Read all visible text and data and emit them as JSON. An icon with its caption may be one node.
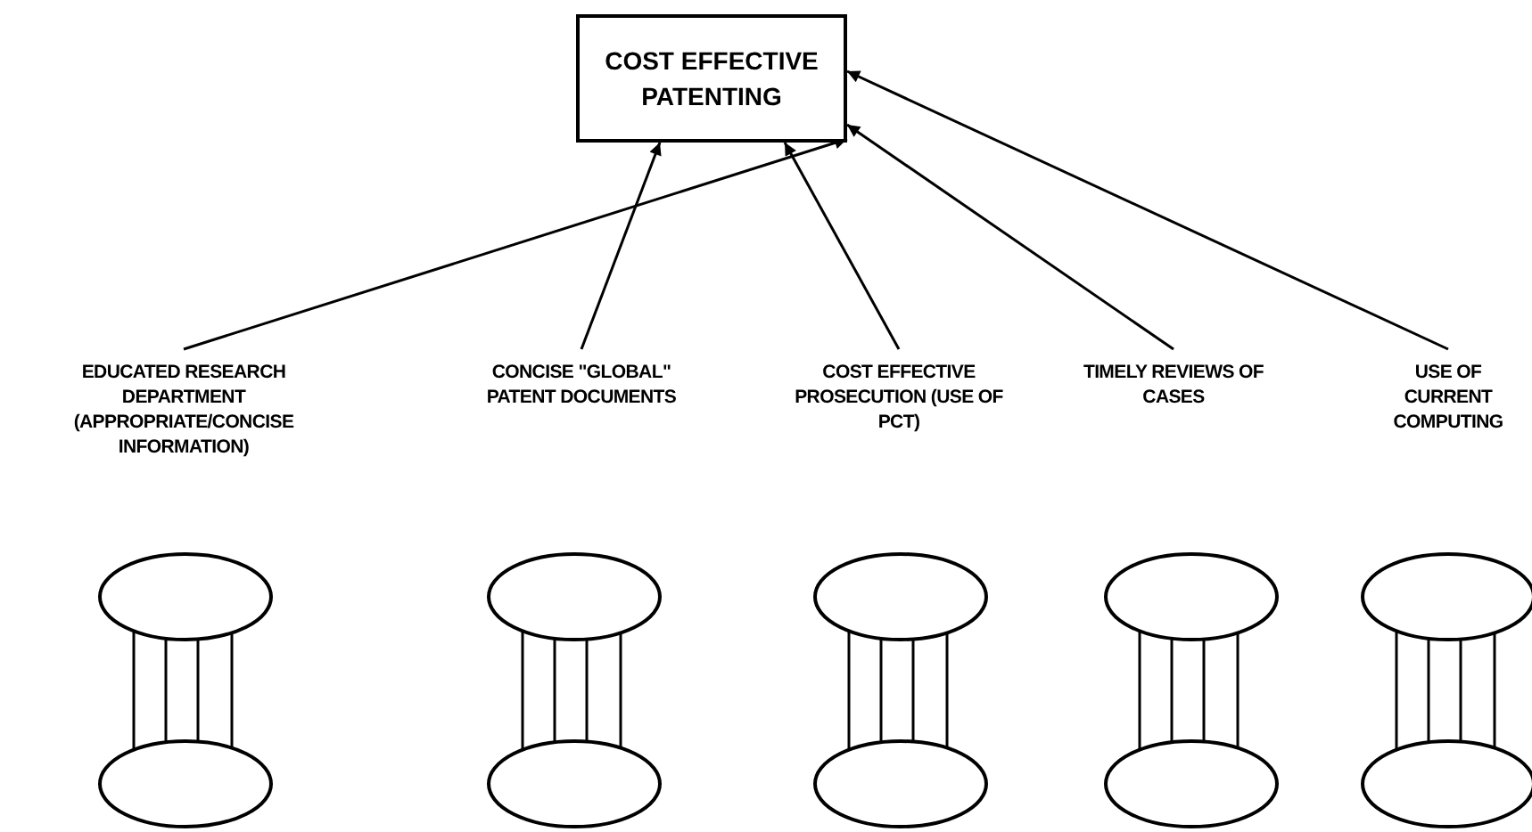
{
  "diagram": {
    "nodes": [
      {
        "text": [
          "COST EFFECTIVE PATENTING"
        ]
      },
      {
        "text": [
          "EDUCATED RESEARCH DEPARTMENT (APPROPRIATE/CONCISE INFORMATION)"
        ]
      },
      {
        "text": [
          "CONCISE \"GLOBAL\" PATENT DOCUMENTS"
        ]
      },
      {
        "text": [
          "COST EFFECTIVE PROSECUTION (USE OF PCT)"
        ]
      },
      {
        "text": [
          "TIMELY REVIEWS OF CASES"
        ]
      },
      {
        "text": [
          "USE OF CURRENT COMPUTING"
        ]
      },
      {
        "text": [],
        "shape": "circle"
      },
      {
        "text": [],
        "shape": "circle"
      },
      {
        "text": [],
        "shape": "circle"
      },
      {
        "text": [],
        "shape": "circle"
      },
      {
        "text": [],
        "shape": "circle"
      },
      {
        "text": [],
        "shape": "circle"
      },
      {
        "text": [],
        "shape": "circle"
      },
      {
        "text": [],
        "shape": "circle"
      },
      {
        "text": [],
        "shape": "circle"
      },
      {
        "text": [],
        "shape": "circle"
      }
    ],
    "edges": [
      {
        "from": 1,
        "to": 0,
        "arrow": "to"
      },
      {
        "from": 2,
        "to": 0,
        "arrow": "to"
      },
      {
        "from": 3,
        "to": 0,
        "arrow": "to"
      },
      {
        "from": 4,
        "to": 0,
        "arrow": "to"
      },
      {
        "from": 5,
        "to": 0,
        "arrow": "to"
      },
      {
        "from": 6,
        "to": 11,
        "arrow": "none"
      },
      {
        "from": 6,
        "to": 11,
        "arrow": "none"
      },
      {
        "from": 6,
        "to": 11,
        "arrow": "none"
      },
      {
        "from": 6,
        "to": 11,
        "arrow": "none"
      },
      {
        "from": 7,
        "to": 12,
        "arrow": "none"
      },
      {
        "from": 7,
        "to": 12,
        "arrow": "none"
      },
      {
        "from": 7,
        "to": 12,
        "arrow": "none"
      },
      {
        "from": 7,
        "to": 12,
        "arrow": "none"
      },
      {
        "from": 8,
        "to": 13,
        "arrow": "none"
      },
      {
        "from": 8,
        "to": 13,
        "arrow": "none"
      },
      {
        "from": 8,
        "to": 13,
        "arrow": "none"
      },
      {
        "from": 8,
        "to": 13,
        "arrow": "none"
      },
      {
        "from": 9,
        "to": 14,
        "arrow": "none"
      },
      {
        "from": 9,
        "to": 14,
        "arrow": "none"
      },
      {
        "from": 9,
        "to": 14,
        "arrow": "none"
      },
      {
        "from": 9,
        "to": 14,
        "arrow": "none"
      },
      {
        "from": 10,
        "to": 15,
        "arrow": "none"
      },
      {
        "from": 10,
        "to": 15,
        "arrow": "none"
      },
      {
        "from": 10,
        "to": 15,
        "arrow": "none"
      },
      {
        "from": 10,
        "to": 15,
        "arrow": "none"
      }
    ]
  }
}
